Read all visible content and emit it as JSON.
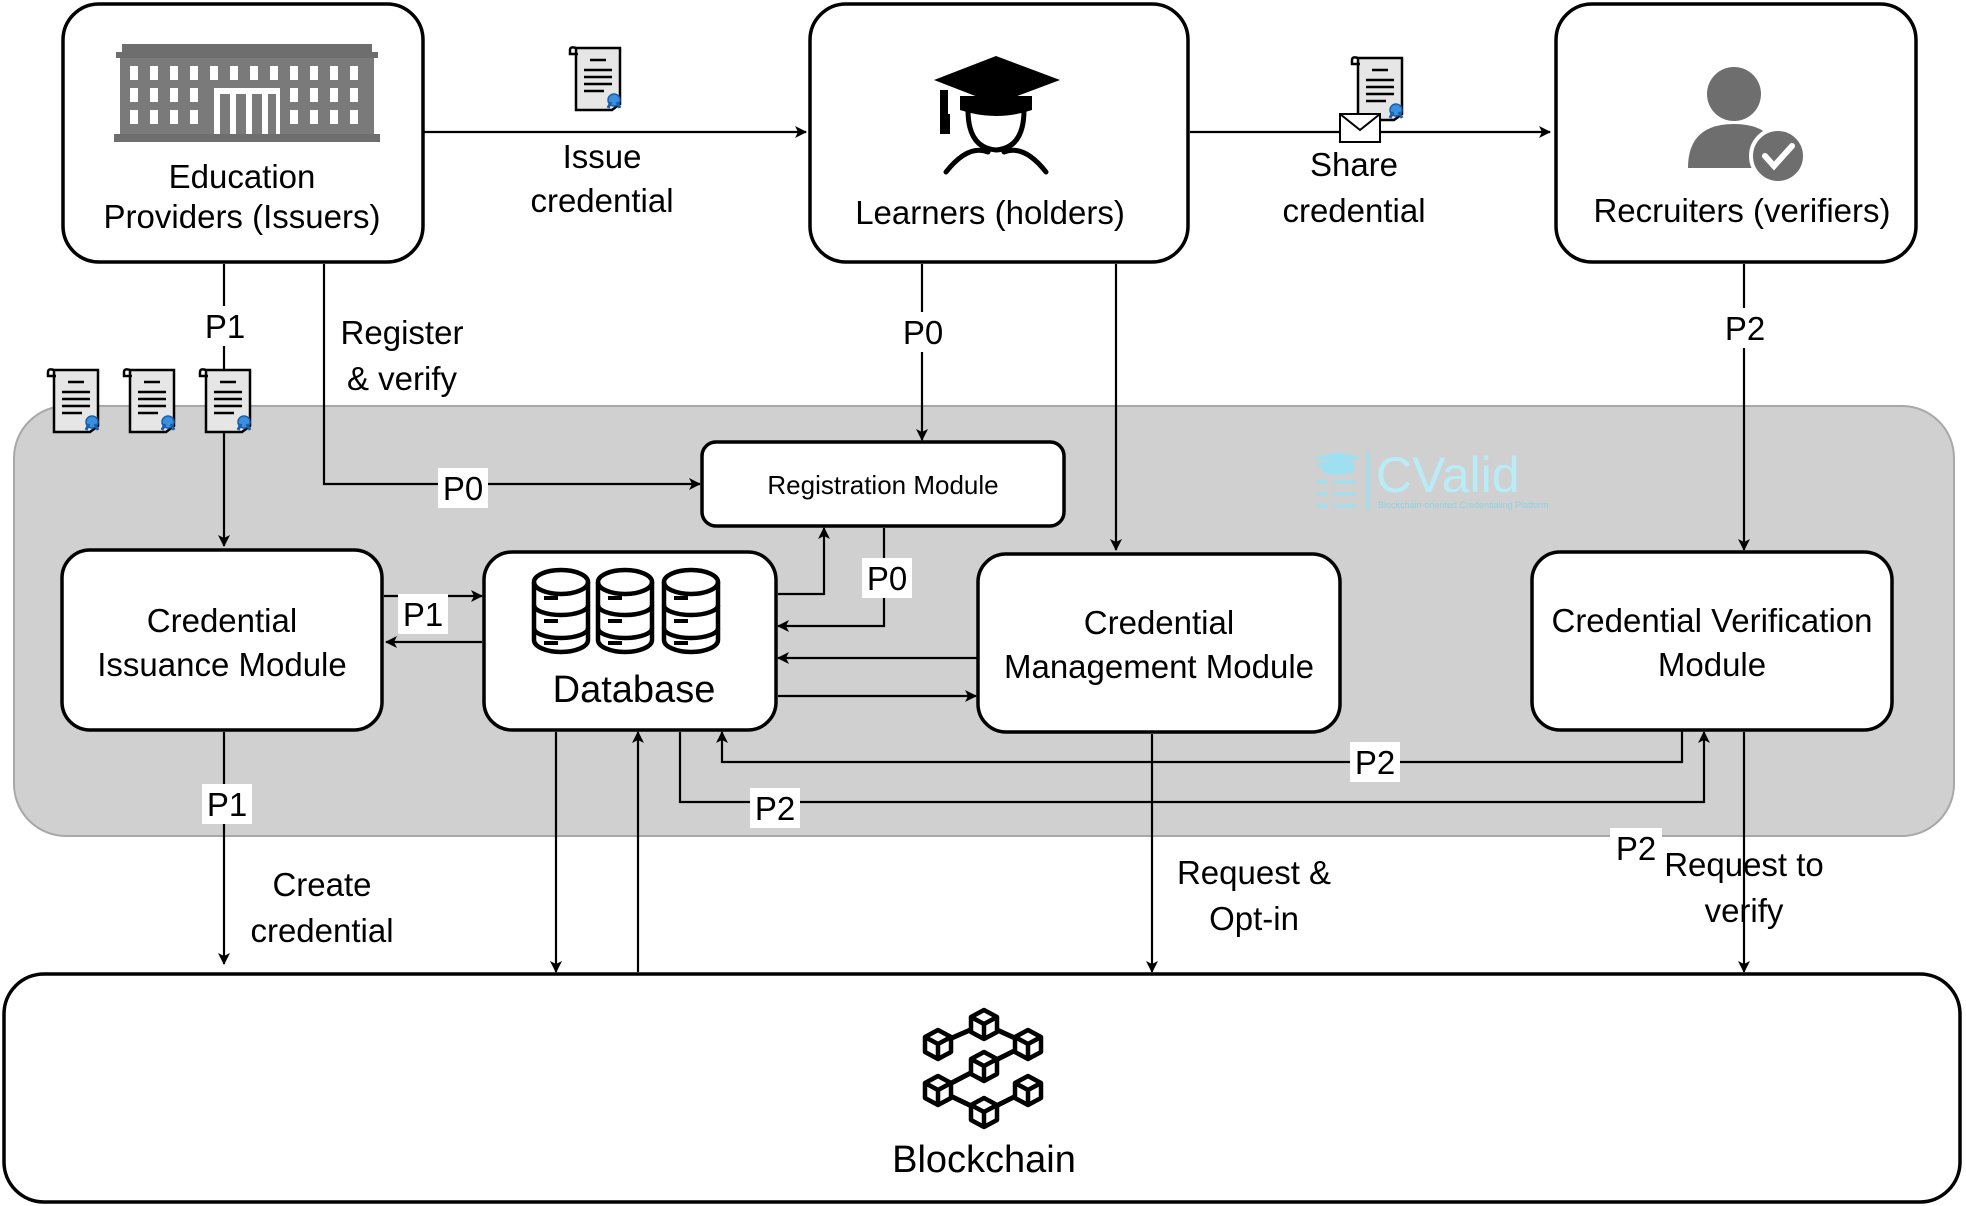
{
  "actors": {
    "issuers": {
      "label_line1": "Education",
      "label_line2": "Providers (Issuers)"
    },
    "holders": {
      "label": "Learners (holders)"
    },
    "verifiers": {
      "label": "Recruiters (verifiers)"
    }
  },
  "flows": {
    "issue_line1": "Issue",
    "issue_line2": "credential",
    "share_line1": "Share",
    "share_line2": "credential",
    "register_line1": "Register",
    "register_line2": "& verify",
    "create_line1": "Create",
    "create_line2": "credential",
    "request_optin_line1": "Request &",
    "request_optin_line2": "Opt-in",
    "request_verify_line1": "Request to",
    "request_verify_line2": "verify"
  },
  "paths": {
    "p0": "P0",
    "p1": "P1",
    "p2": "P2"
  },
  "modules": {
    "registration": "Registration Module",
    "issuance_line1": "Credential",
    "issuance_line2": "Issuance Module",
    "database": "Database",
    "management_line1": "Credential",
    "management_line2": "Management Module",
    "verification_line1": "Credential Verification",
    "verification_line2": "Module"
  },
  "platform": {
    "logo_text": "CValid",
    "logo_tagline": "Blockchain-oriented Credentialing Platform",
    "logo_color": "#9fe0f0",
    "panel_color": "#d0d0d0"
  },
  "blockchain": {
    "label": "Blockchain"
  },
  "icons": [
    "building-icon",
    "certificate-icon",
    "graduate-icon",
    "envelope-icon",
    "user-check-icon",
    "database-icon",
    "blockchain-icon"
  ]
}
